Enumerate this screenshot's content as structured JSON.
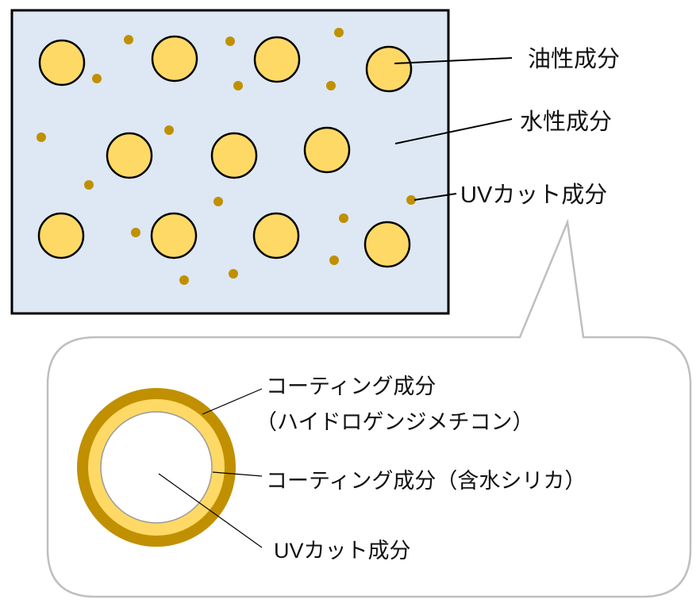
{
  "colors": {
    "background_water": "#dde8f4",
    "oil_droplet": "#ffd966",
    "uv_particle": "#c09000",
    "callout_border": "#bfbfbf"
  },
  "top_labels": {
    "oil": "油性成分",
    "water": "水性成分",
    "uv": "UVカット成分"
  },
  "callout_labels": {
    "coating_outer_line1": "コーティング成分",
    "coating_outer_line2": "（ハイドロゲンジメチコン）",
    "coating_inner": "コーティング成分（含水シリカ）",
    "uv_core": "UVカット成分"
  }
}
